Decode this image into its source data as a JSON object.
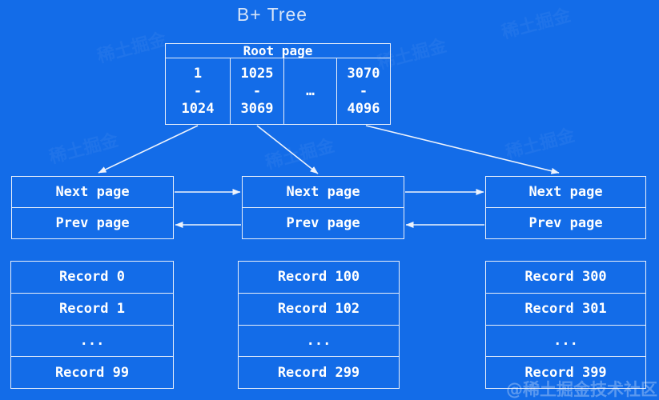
{
  "title": "B+ Tree",
  "colors": {
    "background": "#136ce8",
    "border": "#e9effa",
    "text": "#ffffff",
    "title_text": "#d6e4f8"
  },
  "root_page": {
    "header": "Root page",
    "cells": [
      {
        "lines": [
          "1",
          "-",
          "1024"
        ]
      },
      {
        "lines": [
          "1025",
          "-",
          "3069"
        ]
      },
      {
        "lines": [
          "…"
        ]
      },
      {
        "lines": [
          "3070",
          "-",
          "4096"
        ]
      }
    ]
  },
  "leaf_pages": [
    {
      "next_label": "Next page",
      "prev_label": "Prev page"
    },
    {
      "next_label": "Next page",
      "prev_label": "Prev page"
    },
    {
      "next_label": "Next page",
      "prev_label": "Prev page"
    }
  ],
  "record_lists": [
    {
      "rows": [
        "Record 0",
        "Record 1",
        "...",
        "Record 99"
      ]
    },
    {
      "rows": [
        "Record 100",
        "Record 102",
        "...",
        "Record 299"
      ]
    },
    {
      "rows": [
        "Record 300",
        "Record 301",
        "...",
        "Record 399"
      ]
    }
  ],
  "watermark": {
    "bottom_right": "@稀土掘金技术社区",
    "background_text": "稀土掘金"
  }
}
